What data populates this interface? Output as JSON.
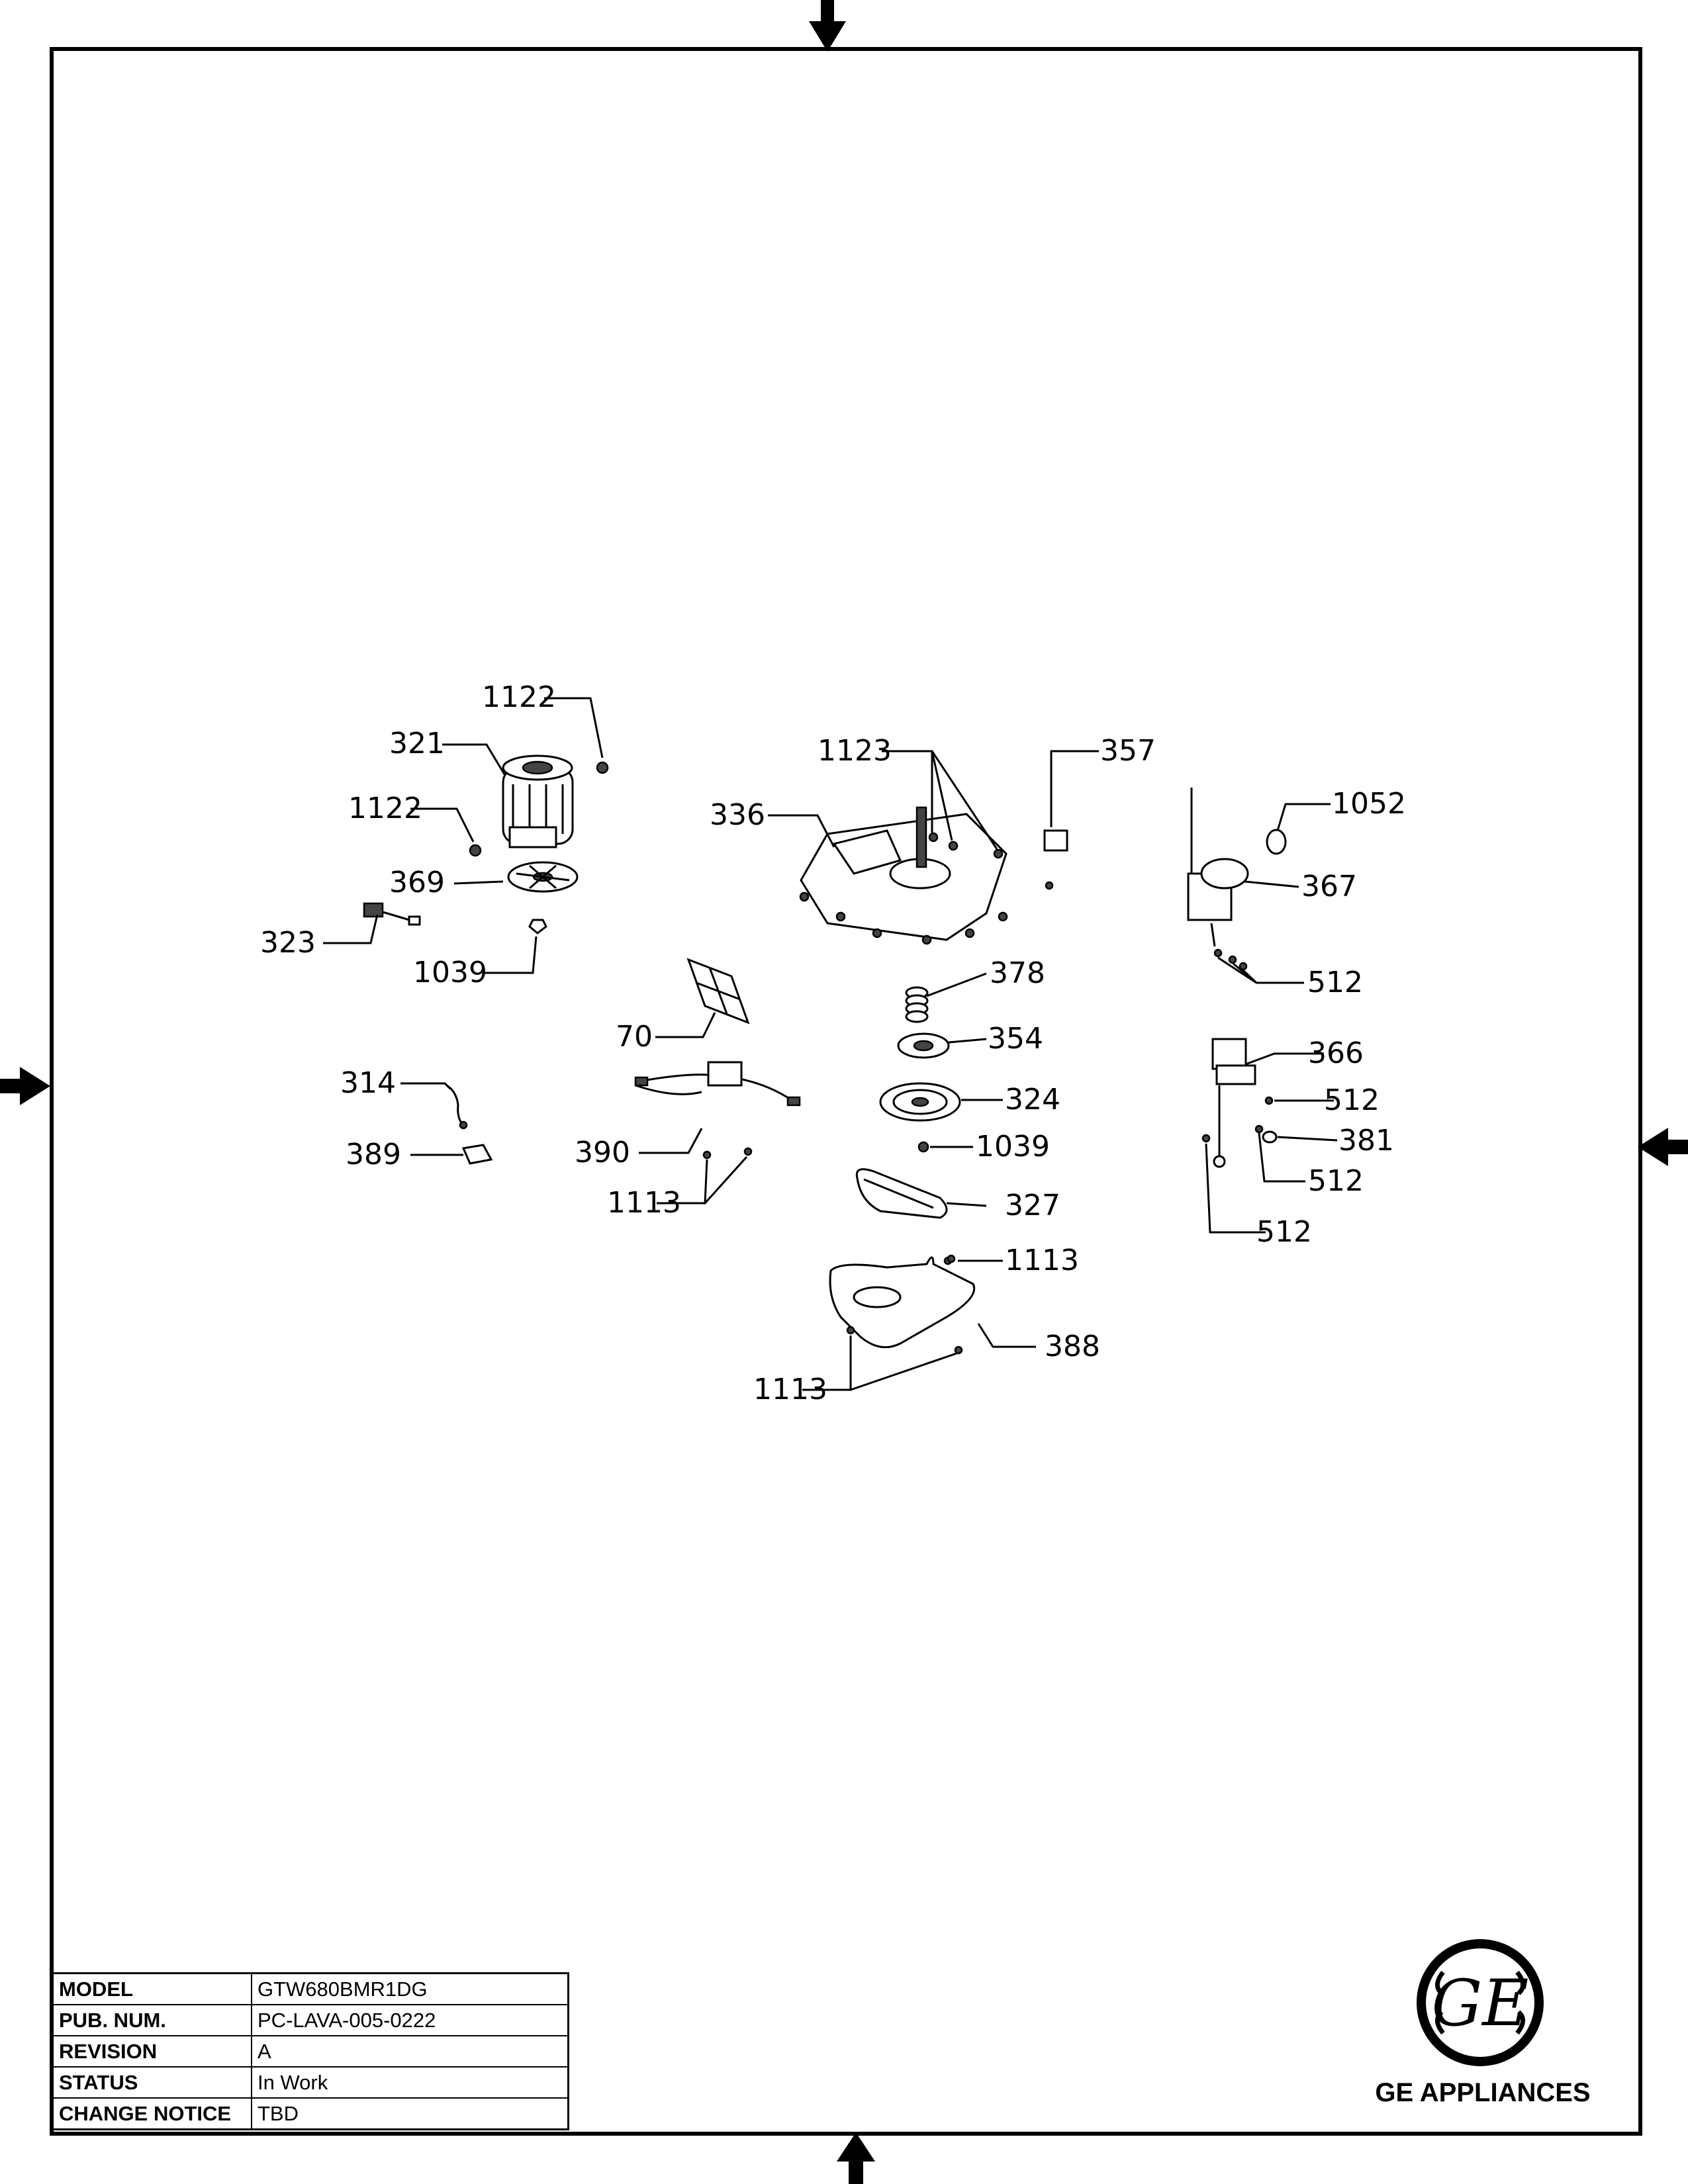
{
  "callouts": {
    "c1122a": "1122",
    "c321": "321",
    "c1122b": "1122",
    "c369": "369",
    "c323": "323",
    "c1039a": "1039",
    "c1123": "1123",
    "c336": "336",
    "c357": "357",
    "c1052": "1052",
    "c367": "367",
    "c512a": "512",
    "c378": "378",
    "c70": "70",
    "c354": "354",
    "c366": "366",
    "c314": "314",
    "c324": "324",
    "c512b": "512",
    "c381": "381",
    "c389": "389",
    "c390": "390",
    "c1039b": "1039",
    "c512c": "512",
    "c1113a": "1113",
    "c327": "327",
    "c512d": "512",
    "c1113b": "1113",
    "c388": "388",
    "c1113c": "1113"
  },
  "title_block": {
    "rows": [
      {
        "label": "MODEL",
        "value": "GTW680BMR1DG"
      },
      {
        "label": "PUB. NUM.",
        "value": "PC-LAVA-005-0222"
      },
      {
        "label": "REVISION",
        "value": "A"
      },
      {
        "label": "STATUS",
        "value": "In Work"
      },
      {
        "label": "CHANGE NOTICE",
        "value": "TBD"
      }
    ]
  },
  "logo": {
    "monogram": "GE",
    "text": "GE APPLIANCES"
  }
}
